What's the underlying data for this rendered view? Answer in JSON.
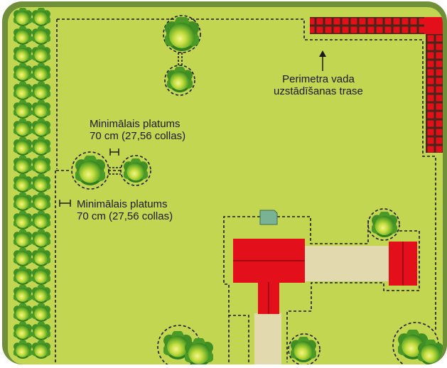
{
  "labels": {
    "min_width_top": {
      "line1": "Minimālais platums",
      "line2": "70 cm (27,56 collas)"
    },
    "min_width_left": {
      "line1": "Minimālais platums",
      "line2": "70 cm (27,56 collas)"
    },
    "perimeter": {
      "line1": "Perimetra vada",
      "line2": "uzstādīšanas trase"
    }
  },
  "colors": {
    "lawn": "#c2d651",
    "frame": "#6f8f38",
    "house_roof": "#e3101c",
    "path": "#e2d9ae",
    "fence": "#4a2518",
    "wire_dash": "#1a1a1a",
    "tree_light": "#eef28a",
    "tree_mid": "#8fc52f",
    "tree_dark": "#2f7e1f"
  },
  "icons": [
    "tree-icon",
    "arrow-up-icon",
    "width-marker-icon",
    "house-icon",
    "gate-icon"
  ]
}
